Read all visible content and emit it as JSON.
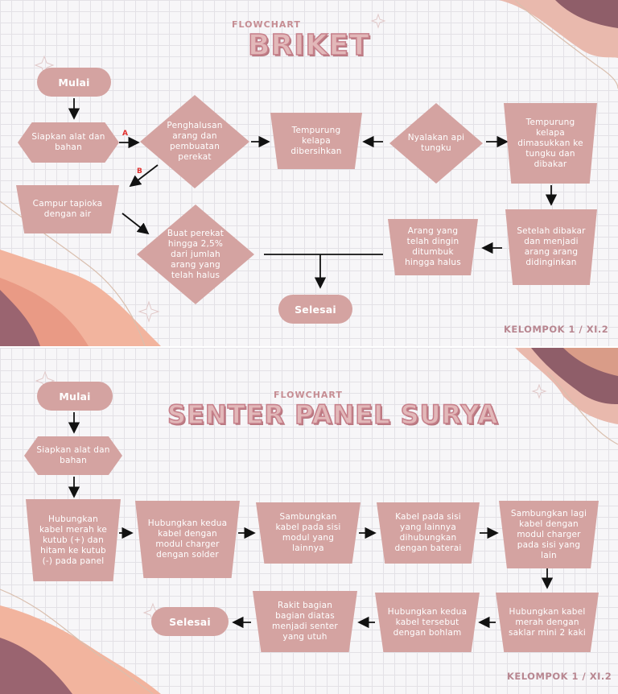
{
  "panel1": {
    "subtitle": "FLOWCHART",
    "title": "BRIKET",
    "team": "KELOMPOK 1 / XI.2",
    "nodes": {
      "start": "Mulai",
      "prepare": "Siapkan alat dan bahan",
      "smooth": "Penghalusan arang dan pembuatan perekat",
      "clean": "Tempurung kelapa dibersihkan",
      "fire": "Nyalakan api tungku",
      "burn": "Tempurung kelapa dimasukkan ke tungku dan dibakar",
      "cool": "Setelah dibakar dan menjadi arang arang didinginkan",
      "grind": "Arang yang telah dingin ditumbuk hingga halus",
      "mix": "Campur tapioka dengan air",
      "glue": "Buat perekat hingga 2,5% dari jumlah arang yang telah halus",
      "end": "Selesai"
    },
    "labels": {
      "a": "A",
      "b": "B"
    }
  },
  "panel2": {
    "subtitle": "FLOWCHART",
    "title": "SENTER PANEL SURYA",
    "team": "KELOMPOK 1 / XI.2",
    "nodes": {
      "start": "Mulai",
      "prepare": "Siapkan alat dan bahan",
      "step1": "Hubungkan kabel merah ke kutub (+) dan hitam ke kutub (-) pada panel",
      "step2": "Hubungkan kedua kabel dengan modul charger dengan solder",
      "step3": "Sambungkan kabel pada sisi modul yang lainnya",
      "step4": "Kabel pada sisi yang lainnya dihubungkan dengan baterai",
      "step5": "Sambungkan lagi kabel dengan modul charger pada sisi yang lain",
      "step6": "Hubungkan kabel merah dengan saklar mini 2 kaki",
      "step7": "Hubungkan kedua kabel tersebut dengan bohlam",
      "step8": "Rakit bagian bagian diatas menjadi senter yang utuh",
      "end": "Selesai"
    }
  },
  "colors": {
    "shape": "#d4a3a1",
    "accent": "#c67f8a",
    "arrow": "#111111",
    "branch_label": "#e0302e"
  }
}
